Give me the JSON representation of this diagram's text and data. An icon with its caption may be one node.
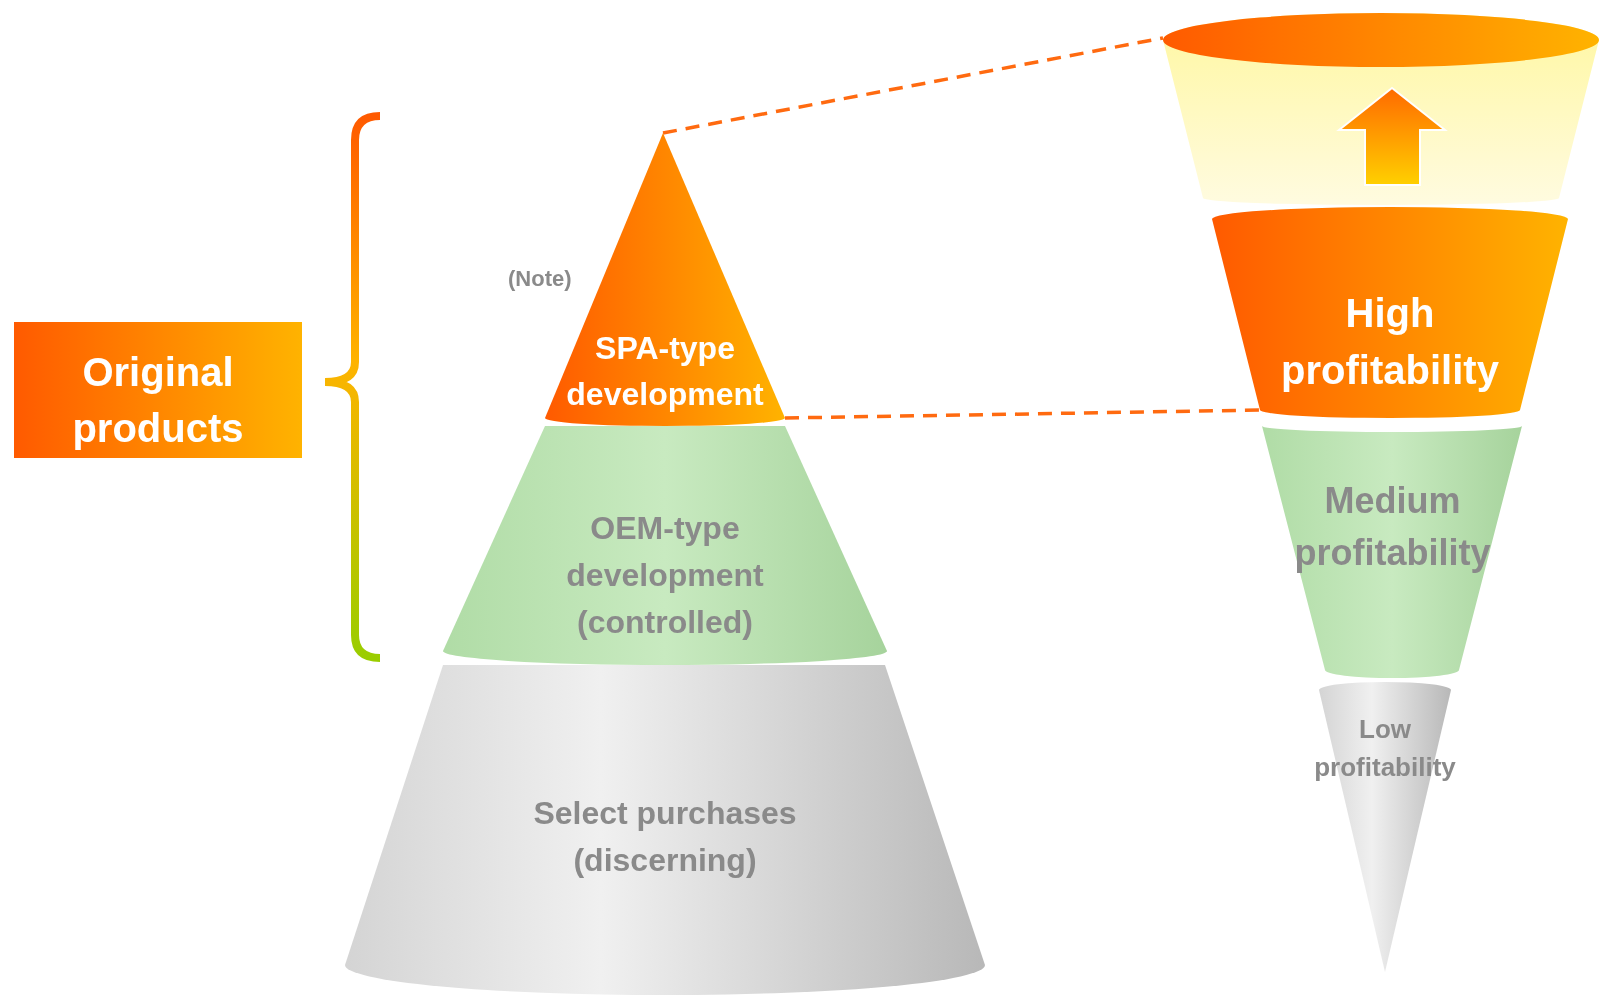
{
  "diagram": {
    "nodes": [
      {
        "text": [
          "Original products"
        ]
      },
      {
        "text": [
          "SPA-type development"
        ],
        "beside": [
          "(Note)"
        ]
      },
      {
        "text": [
          "OEM-type development (controlled)"
        ]
      },
      {
        "text": [
          "Select purchases (discerning)"
        ]
      },
      {
        "text": [],
        "shape": "funnel"
      },
      {
        "text": [
          "High profitability"
        ]
      },
      {
        "text": [
          "Medium profitability"
        ]
      },
      {
        "text": [
          "Low profitability"
        ]
      }
    ],
    "edges": [
      {
        "from": 1,
        "to": 4,
        "arrow": "none",
        "style": "dashed"
      },
      {
        "from": 1,
        "to": 5,
        "arrow": "none",
        "style": "dashed"
      }
    ]
  }
}
